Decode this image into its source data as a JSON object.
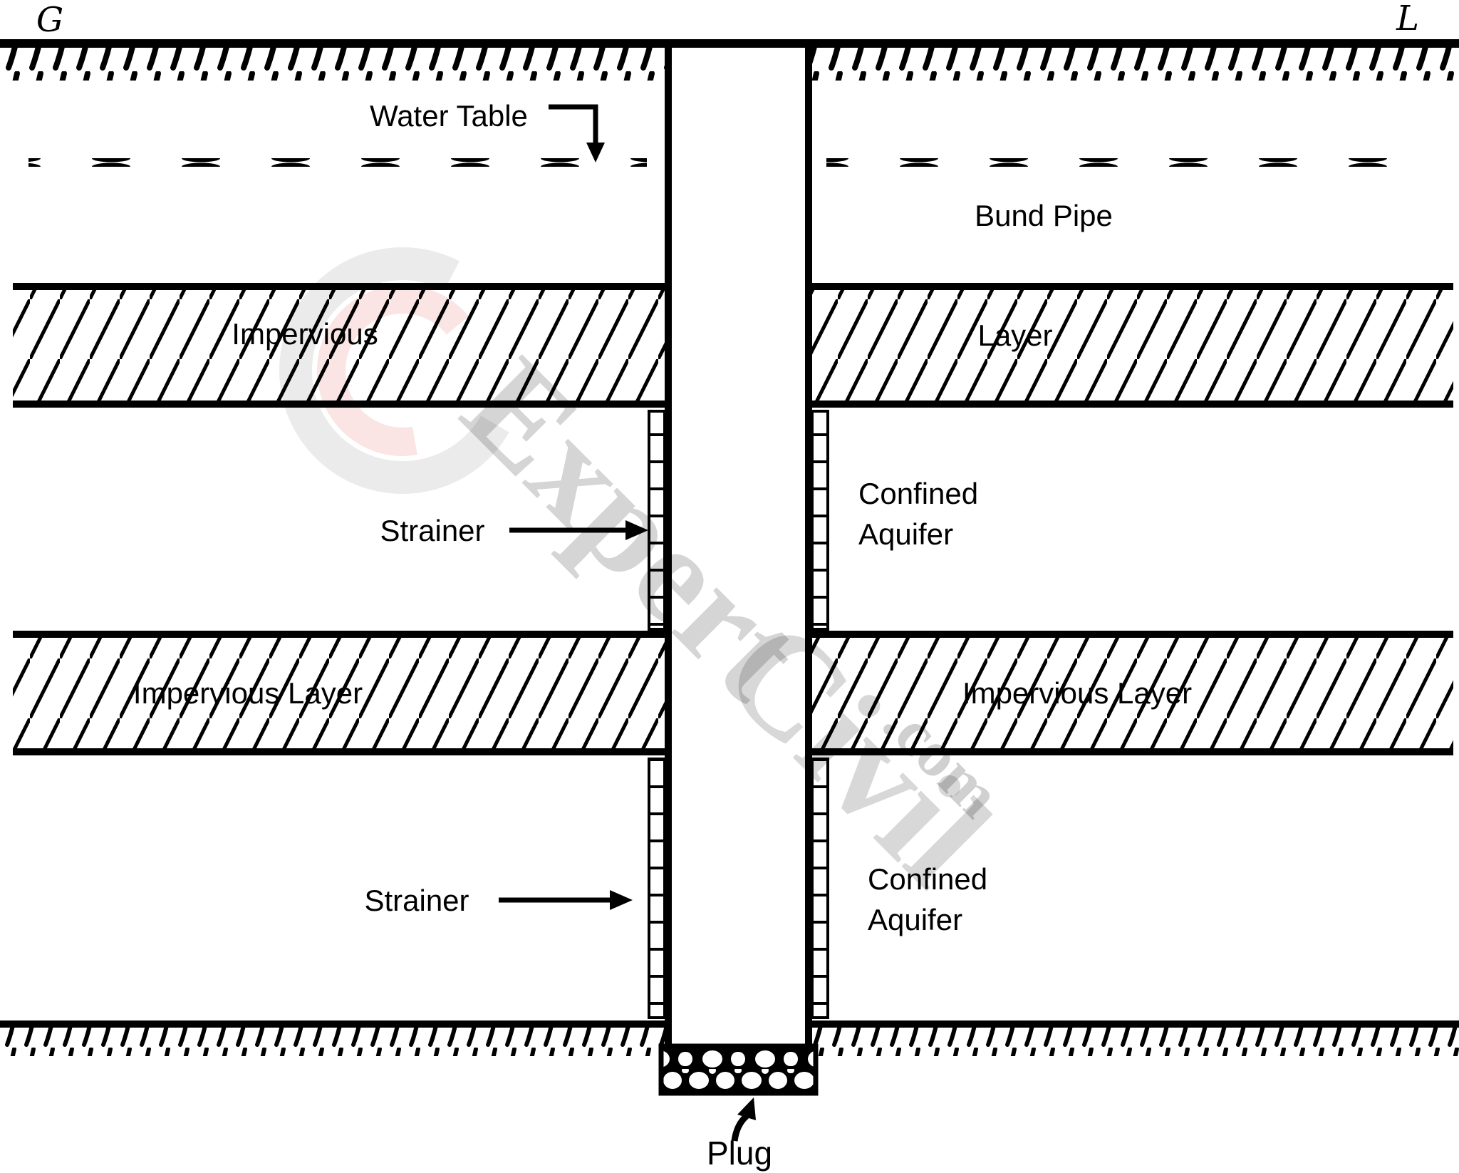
{
  "corner_marks": {
    "left": "G",
    "right": "L"
  },
  "labels": {
    "water_table": "Water Table",
    "bund_pipe": "Bund Pipe",
    "impervious_band1_left": "Impervious",
    "impervious_band1_right": "Layer",
    "strainer_1": "Strainer",
    "confined_aquifer_1_line1": "Confined",
    "confined_aquifer_1_line2": "Aquifer",
    "impervious_band2_left": "Impervious Layer",
    "impervious_band2_right": "Impervious Layer",
    "strainer_2": "Strainer",
    "confined_aquifer_2_line1": "Confined",
    "confined_aquifer_2_line2": "Aquifer",
    "plug": "Plug"
  },
  "watermark": {
    "part1": "Expert",
    "part2": "Civil",
    "part3": ".com",
    "gray": "#8f8f8f",
    "red": "#d94848"
  },
  "colors": {
    "ink": "#000000",
    "background": "#ffffff"
  }
}
